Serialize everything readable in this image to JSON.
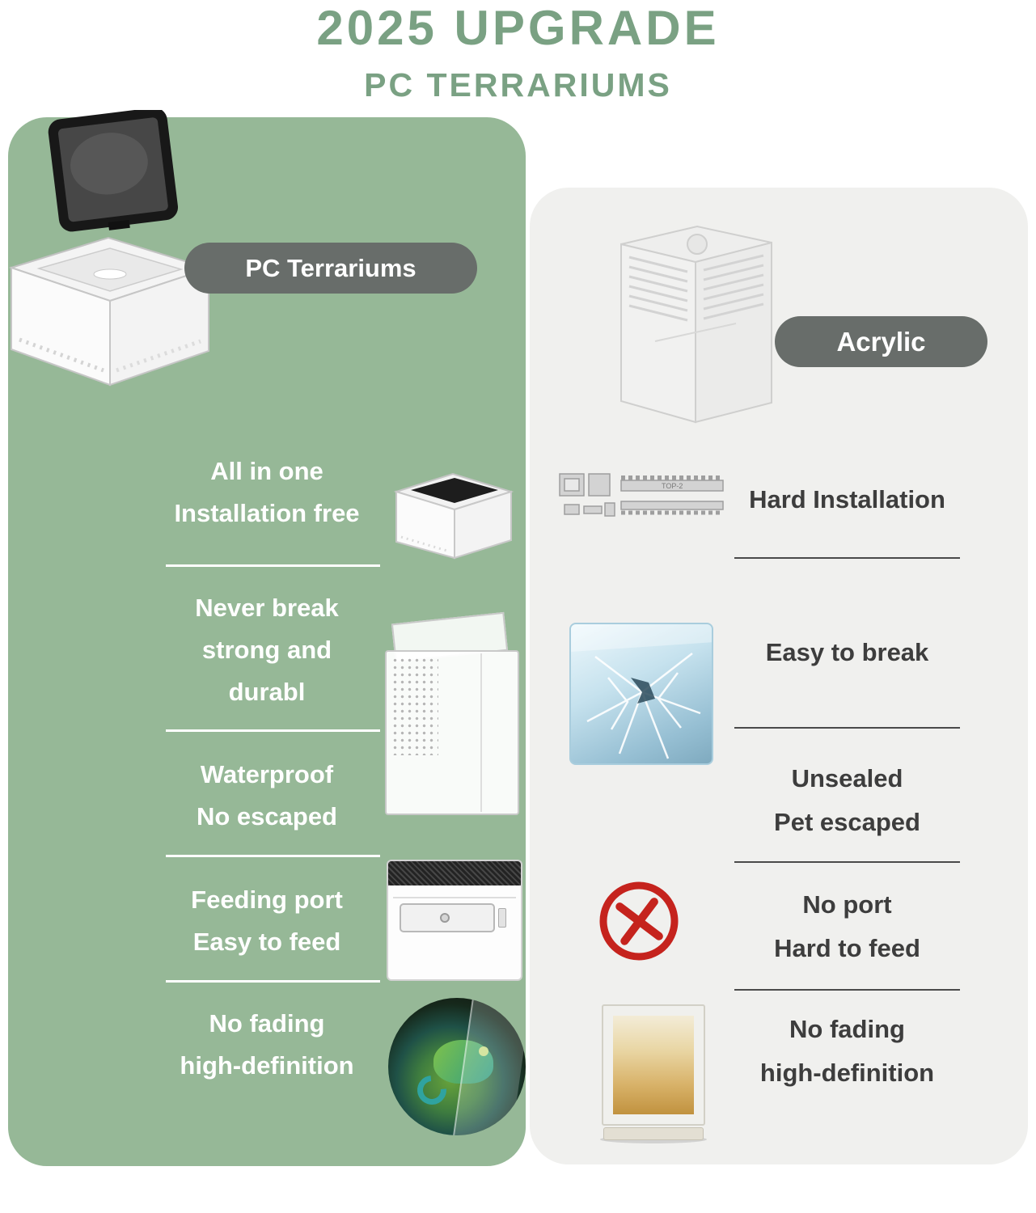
{
  "header": {
    "title": "2025 UPGRADE",
    "subtitle": "PC TERRARIUMS"
  },
  "left_panel": {
    "label": "PC Terrariums",
    "hero_image": "pc-terrarium-photo",
    "features": [
      {
        "lines": [
          "All in one",
          "Installation free"
        ],
        "icon": "pc-terrarium-thumbnail"
      },
      {
        "lines": [
          "Never break",
          "strong and",
          "durabl"
        ],
        "icon": "durable-box-thumbnail"
      },
      {
        "lines": [
          "Waterproof",
          "No escaped"
        ]
      },
      {
        "lines": [
          "Feeding port",
          "Easy to feed"
        ],
        "icon": "feeding-port-thumbnail"
      },
      {
        "lines": [
          "No fading",
          "high-definition"
        ],
        "icon": "chameleon-photo"
      }
    ]
  },
  "right_panel": {
    "label": "Acrylic",
    "hero_image": "acrylic-terrarium-photo",
    "parts_label": "TOP-2",
    "features": [
      {
        "lines": [
          "Hard Installation"
        ],
        "icon": "acrylic-parts-image"
      },
      {
        "lines": [
          "Easy to break"
        ],
        "icon": "cracked-cube-image"
      },
      {
        "lines": [
          "Unsealed",
          "Pet escaped"
        ]
      },
      {
        "lines": [
          "No port",
          "Hard to feed"
        ],
        "icon": "no-symbol-icon"
      },
      {
        "lines": [
          "No fading",
          "high-definition"
        ],
        "icon": "acrylic-frame-image"
      }
    ]
  },
  "colors": {
    "title_green": "#7aa183",
    "panel_green": "#96b897",
    "panel_gray": "#f0f0ee",
    "pill_gray": "#686d6a",
    "text_white": "#ffffff",
    "text_dark": "#3d3d3d",
    "no_symbol_red": "#c5231d"
  }
}
